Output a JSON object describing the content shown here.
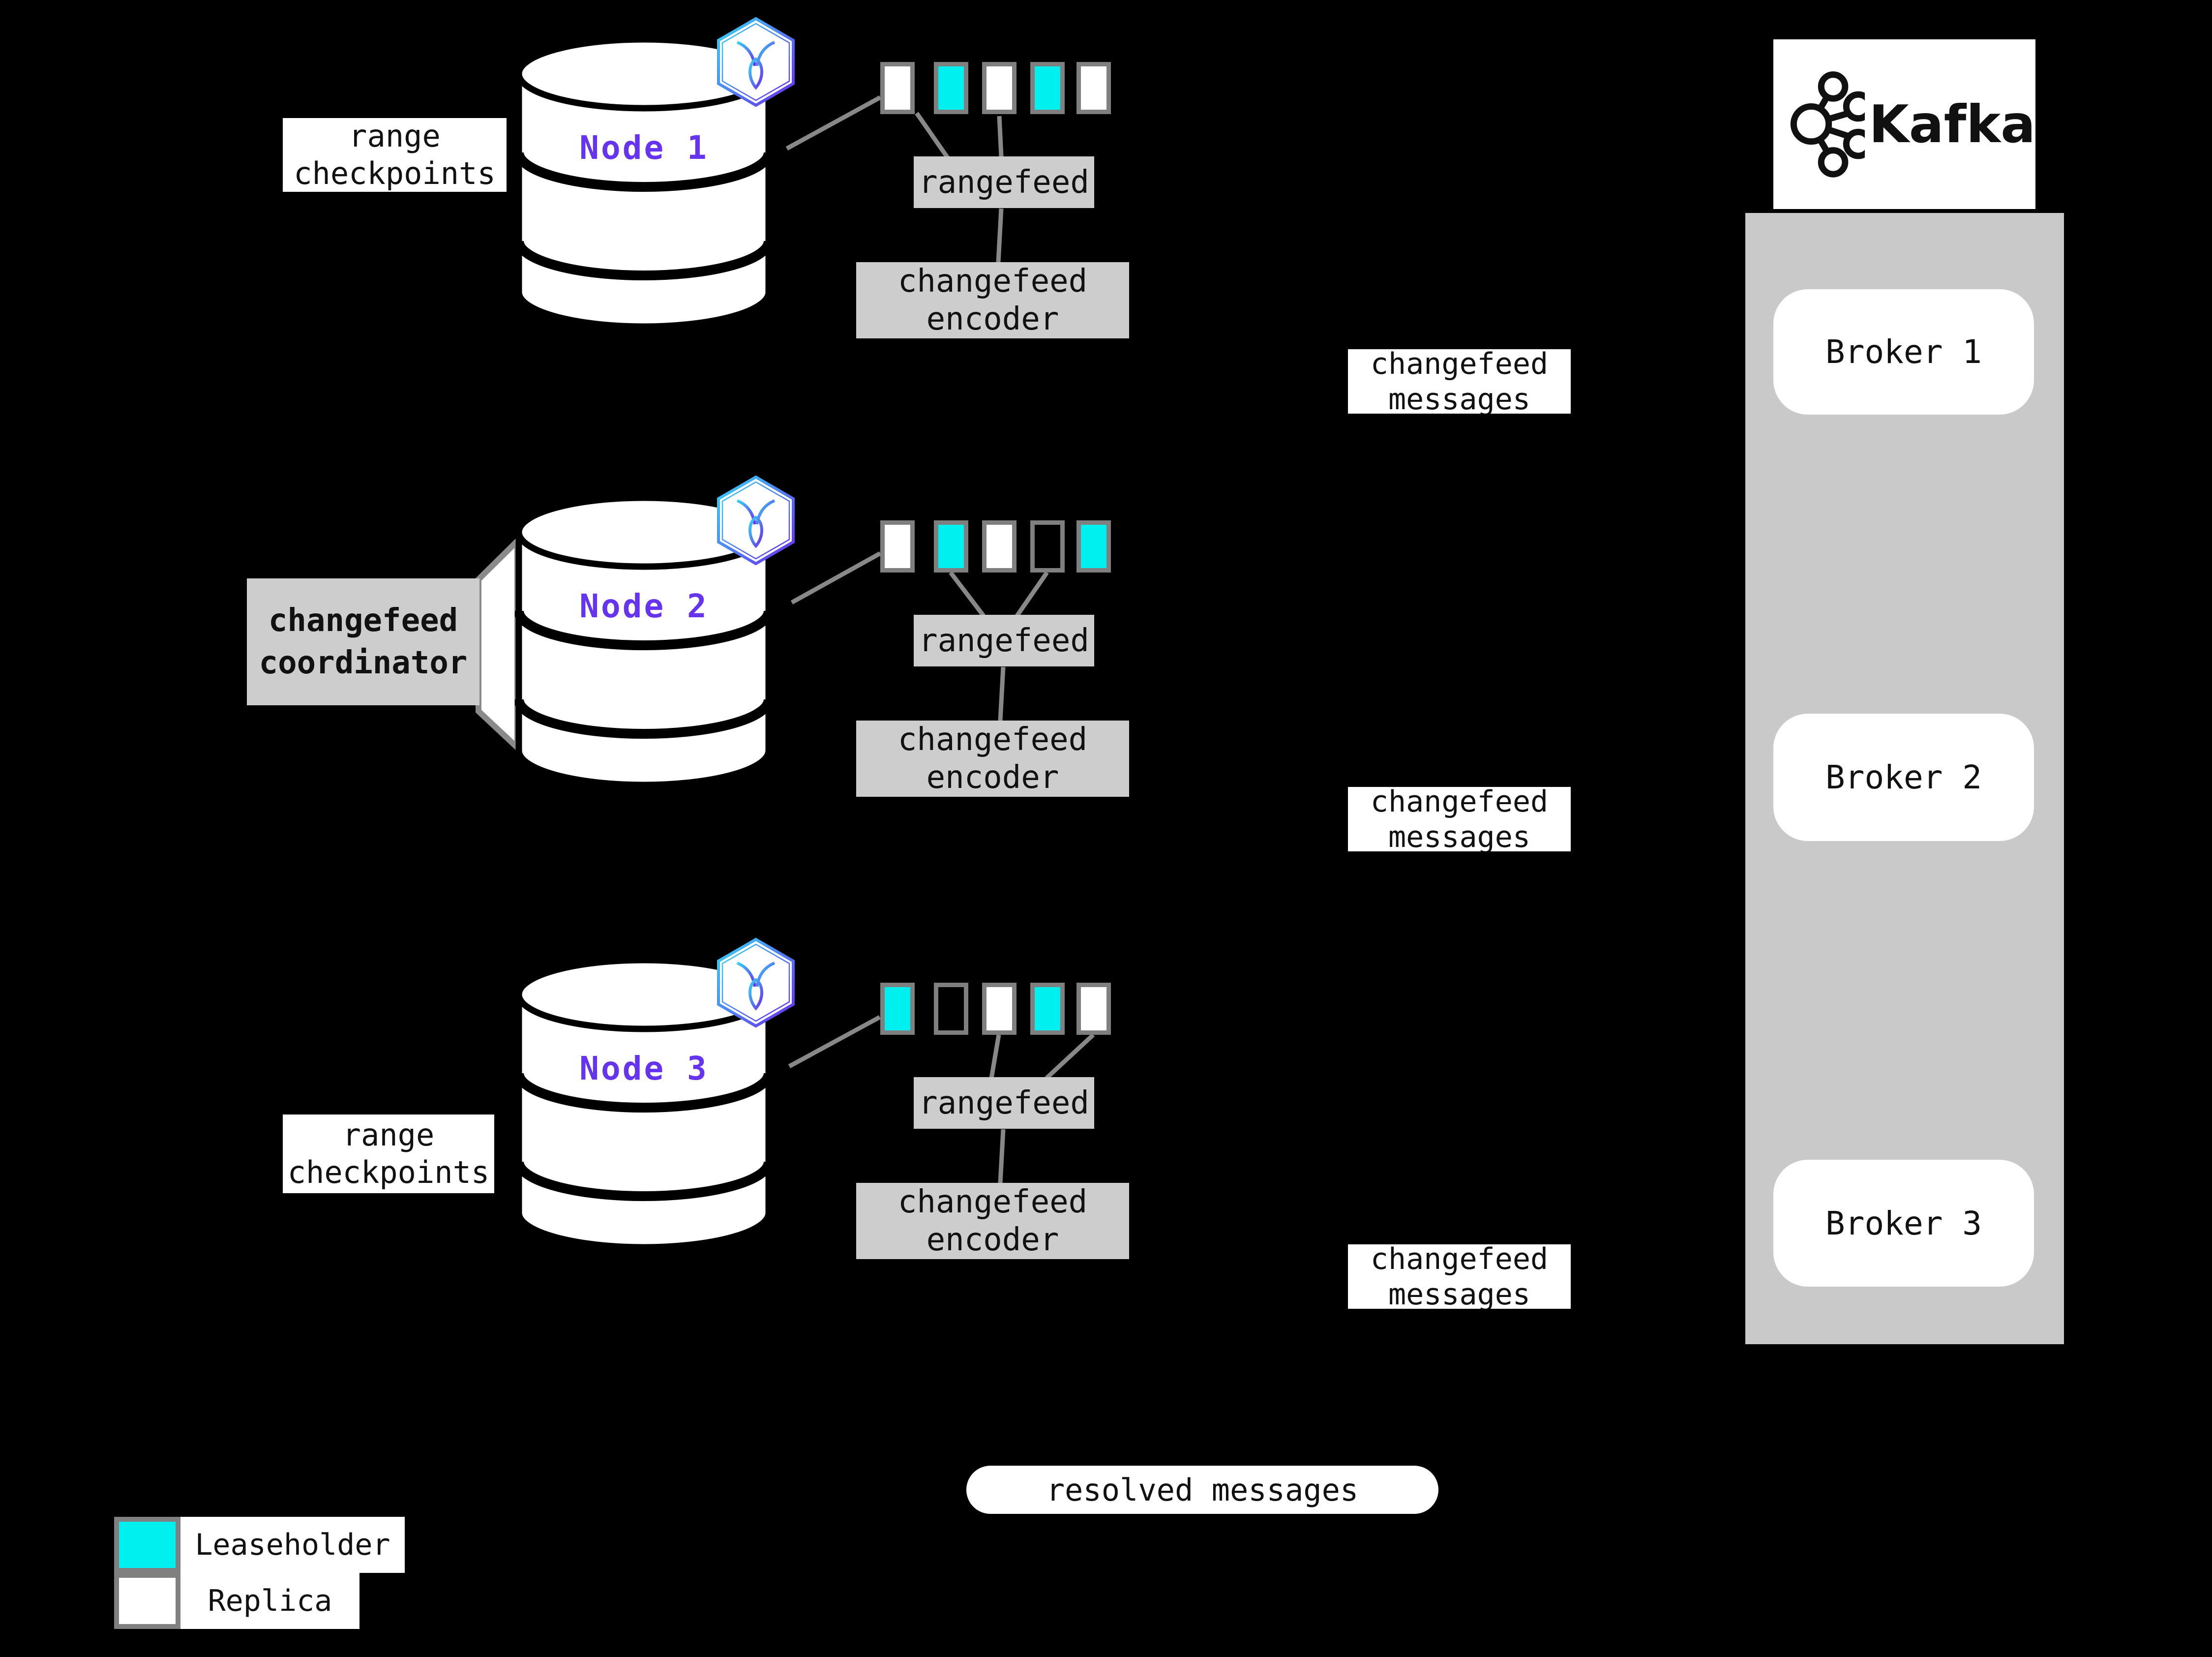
{
  "colors": {
    "background": "#000000",
    "leaseholder": "#00EFEF",
    "replica": "#FFFFFF",
    "node_label_purple": "#6633EE",
    "process_box_gray": "#CDCDCD",
    "kafka_panel_gray": "#C9C9C9",
    "square_border_gray": "#7F7F7F",
    "connector_gray": "#888888"
  },
  "nodes": [
    {
      "name": "Node 1",
      "ranges": [
        "replica",
        "leaseholder",
        "replica",
        "leaseholder",
        "replica"
      ],
      "rangefeed": "rangefeed",
      "encoder_line1": "changefeed",
      "encoder_line2": "encoder"
    },
    {
      "name": "Node 2",
      "ranges": [
        "replica",
        "leaseholder",
        "replica",
        "empty",
        "leaseholder"
      ],
      "rangefeed": "rangefeed",
      "encoder_line1": "changefeed",
      "encoder_line2": "encoder"
    },
    {
      "name": "Node 3",
      "ranges": [
        "leaseholder",
        "empty",
        "replica",
        "leaseholder",
        "replica"
      ],
      "rangefeed": "rangefeed",
      "encoder_line1": "changefeed",
      "encoder_line2": "encoder"
    }
  ],
  "labels": {
    "range_checkpoints_line1": "range",
    "range_checkpoints_line2": "checkpoints",
    "changefeed_messages_line1": "changefeed",
    "changefeed_messages_line2": "messages",
    "coordinator_line1": "changefeed",
    "coordinator_line2": "coordinator",
    "resolved_messages": "resolved messages"
  },
  "kafka": {
    "logo_text": "Kafka",
    "brokers": [
      {
        "label": "Broker 1"
      },
      {
        "label": "Broker 2"
      },
      {
        "label": "Broker 3"
      }
    ]
  },
  "legend": [
    {
      "type": "leaseholder",
      "label": "Leaseholder"
    },
    {
      "type": "replica",
      "label": "Replica"
    }
  ]
}
